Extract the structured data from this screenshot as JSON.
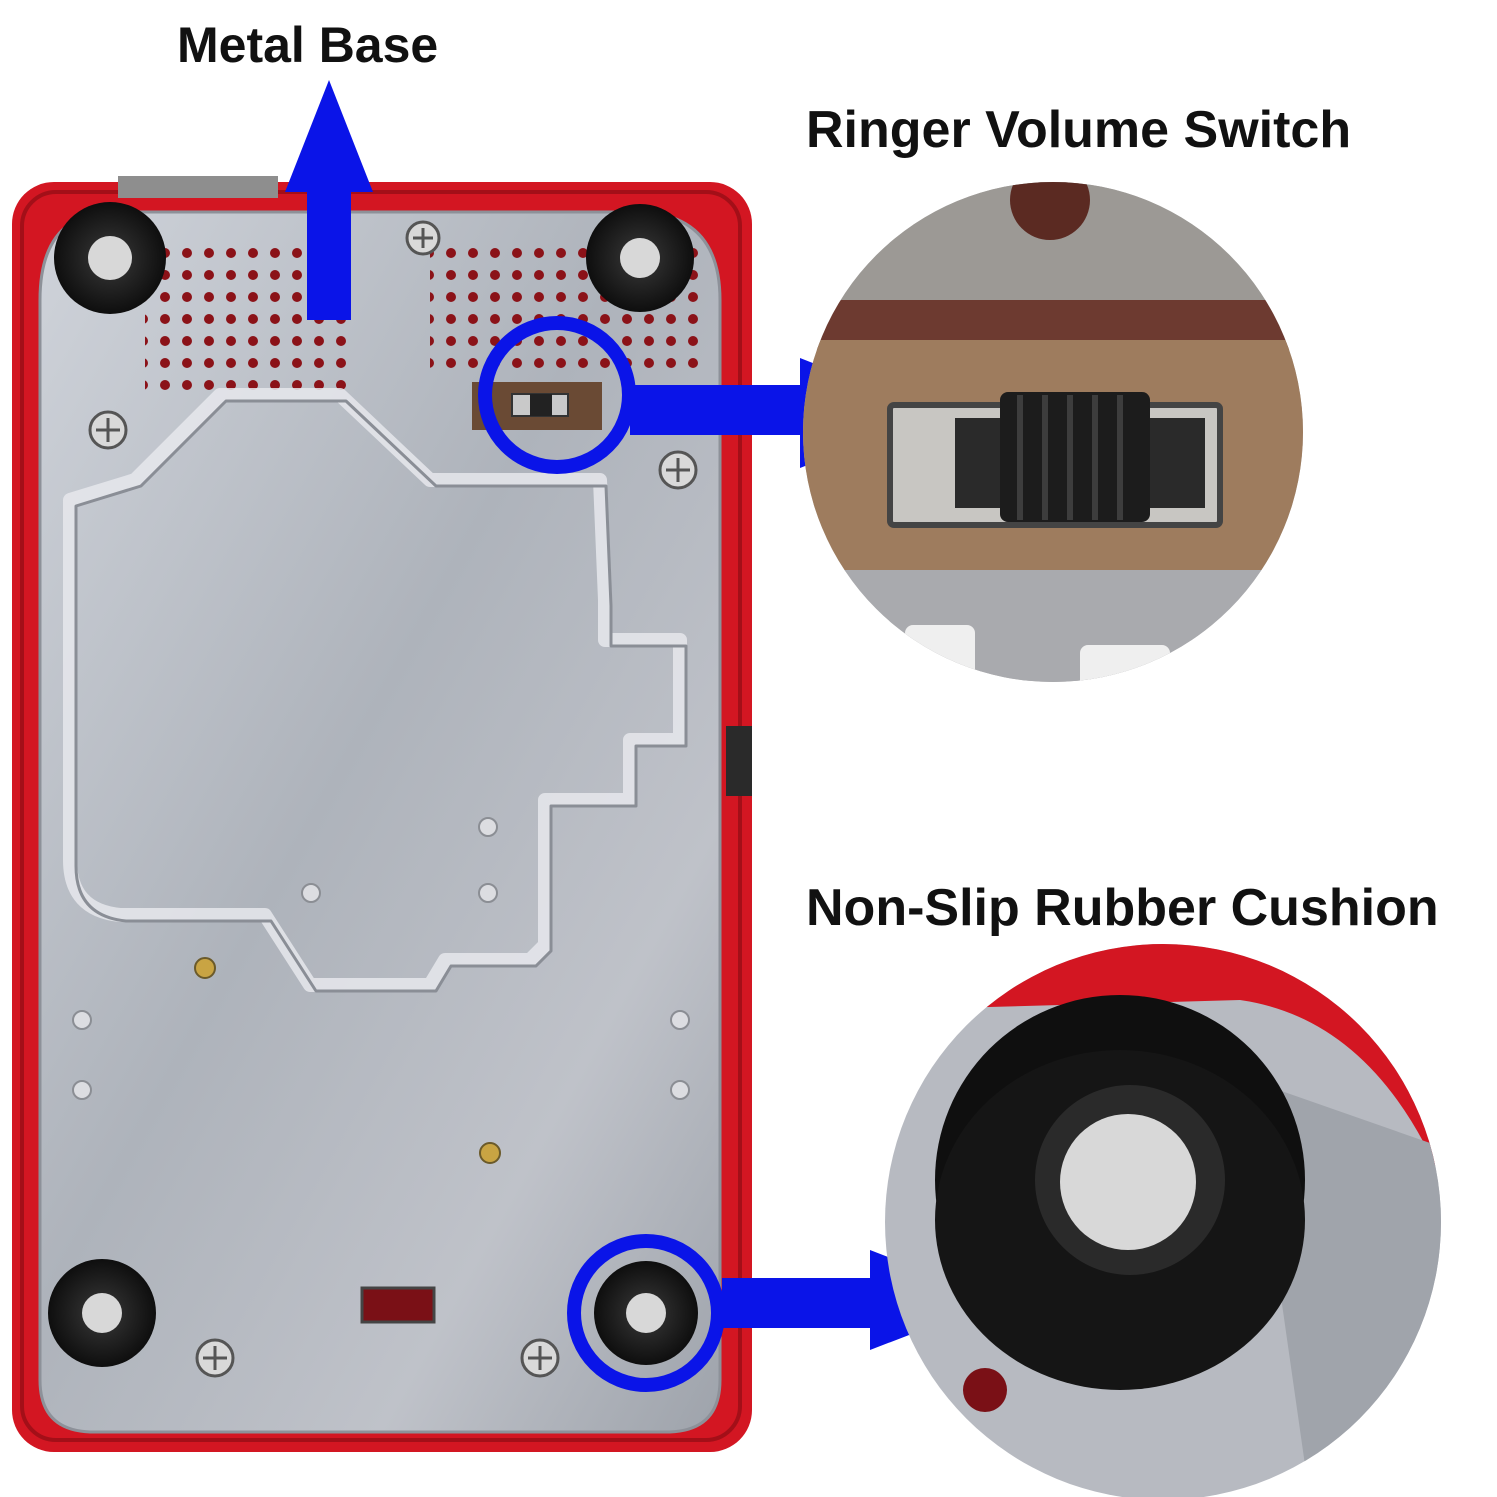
{
  "labels": {
    "metal_base": "Metal Base",
    "ringer_volume_switch": "Ringer Volume Switch",
    "non_slip_rubber_cushion": "Non-Slip Rubber Cushion"
  },
  "colors": {
    "housing_red": "#d31622",
    "metal_silver": "#b8bcc4",
    "callout_blue": "#0a14e8",
    "rubber_black": "#161616",
    "background": "#ffffff"
  },
  "icons": [
    "up-arrow-icon",
    "right-arrow-icon",
    "screw-icon"
  ]
}
